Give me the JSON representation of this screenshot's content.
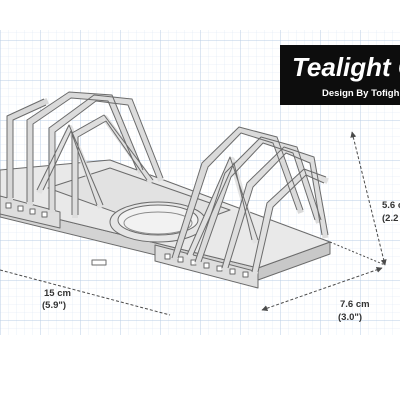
{
  "banner": {
    "title": "Tealight C",
    "subtitle": "Design By Tofigh"
  },
  "dimensions": {
    "length_cm": "15 cm",
    "length_in": "(5.9\")",
    "width_cm": "7.6 cm",
    "width_in": "(3.0\")",
    "height_cm": "5.6 c",
    "height_in": "(2.2"
  },
  "colors": {
    "background": "#ffffff",
    "grid_minor": "#dbe6f3",
    "grid_major": "#b9cde6",
    "banner": "#0d0d0d",
    "model_top": "#e9e9e9",
    "model_side": "#d3d3d3",
    "model_stroke": "#6b6b6b",
    "dimension_line": "#4a4a4a"
  }
}
